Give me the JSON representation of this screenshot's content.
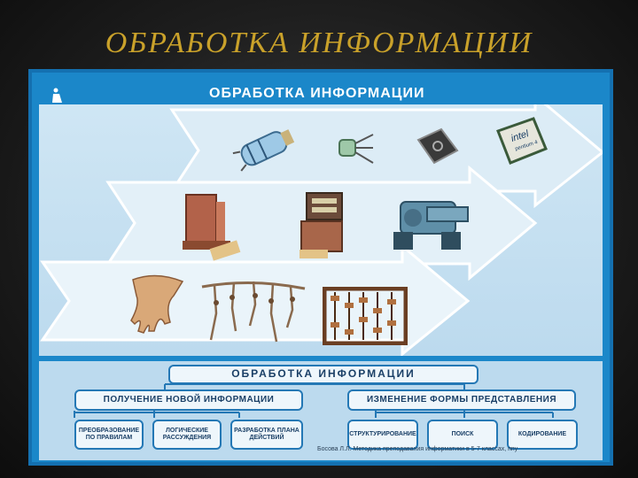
{
  "slide": {
    "title": "ОБРАБОТКА ИНФОРМАЦИИ"
  },
  "poster": {
    "heading": "ОБРАБОТКА ИНФОРМАЦИИ",
    "timeline_rows": [
      {
        "items": [
          "vacuum-tube-icon",
          "transistor-icon",
          "microchip-icon",
          "intel-pentium-processor-icon"
        ]
      },
      {
        "items": [
          "tabulating-machine-icon",
          "mechanical-calculator-icon",
          "arithmometer-icon"
        ]
      },
      {
        "items": [
          "hand-icon",
          "knotted-cords-icon",
          "abacus-icon"
        ]
      }
    ],
    "chip_label": "intel",
    "chip_sublabel": "pentium 4",
    "schema": {
      "root": "ОБРАБОТКА ИНФОРМАЦИИ",
      "left": {
        "label": "ПОЛУЧЕНИЕ НОВОЙ ИНФОРМАЦИИ",
        "children": [
          "ПРЕОБРАЗОВАНИЕ ПО ПРАВИЛАМ",
          "ЛОГИЧЕСКИЕ РАССУЖДЕНИЯ",
          "РАЗРАБОТКА ПЛАНА ДЕЙСТВИЙ"
        ]
      },
      "right": {
        "label": "ИЗМЕНЕНИЕ ФОРМЫ ПРЕДСТАВЛЕНИЯ",
        "children": [
          "СТРУКТУРИРОВАНИЕ",
          "ПОИСК",
          "КОДИРОВАНИЕ"
        ]
      }
    },
    "caption": "Босова Л.Л. Методика преподавания информатики в 5-7 классах, ппу"
  },
  "colors": {
    "title": "#c9a12a",
    "poster_bg": "#1b87c9",
    "box_border": "#2478b5",
    "box_text": "#1a3f66"
  }
}
